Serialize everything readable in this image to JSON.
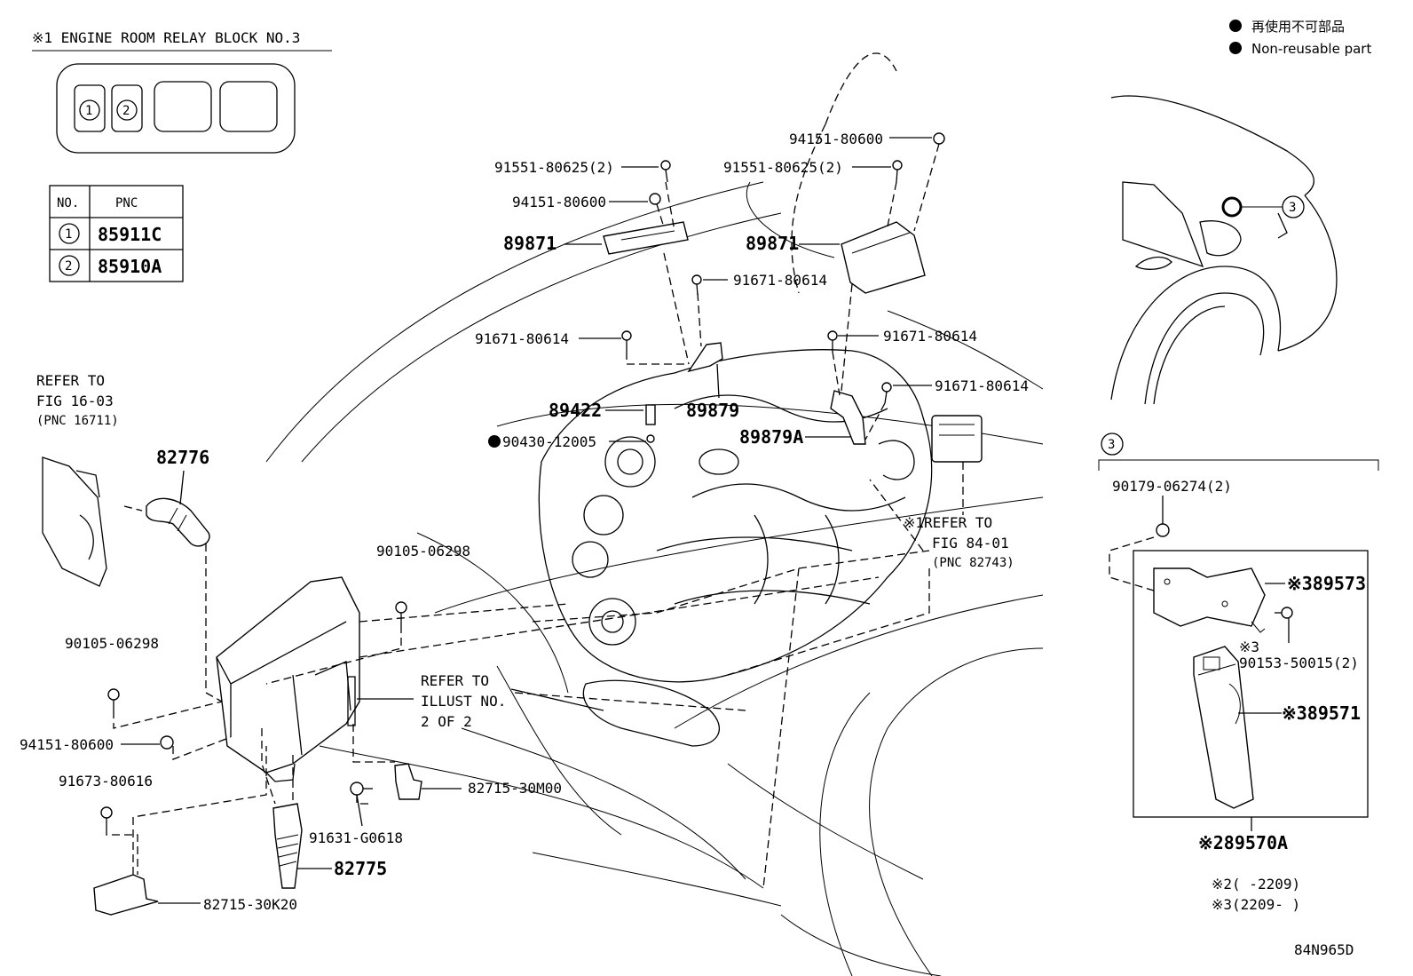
{
  "relay_block": {
    "title": "※1 ENGINE ROOM RELAY BLOCK NO.3",
    "slot_1": "1",
    "slot_2": "2",
    "table_header_no": "NO.",
    "table_header_pnc": "PNC",
    "rows": [
      {
        "no": "1",
        "pnc": "85911C"
      },
      {
        "no": "2",
        "pnc": "85910A"
      }
    ]
  },
  "legend": {
    "line_jp": "再使用不可部品",
    "line_en": "Non-reusable part"
  },
  "refs": {
    "fig_16_03": {
      "l1": "REFER TO",
      "l2": "FIG 16-03",
      "l3": "(PNC 16711)"
    },
    "fig_84_01": {
      "l1": "※1REFER TO",
      "l2": "FIG 84-01",
      "l3": "(PNC 82743)"
    },
    "illust_2": {
      "l1": "REFER TO",
      "l2": "ILLUST NO.",
      "l3": "2 OF 2"
    }
  },
  "parts": {
    "p91551_left": "91551-80625(2)",
    "p94151_mid": "94151-80600",
    "p89871_left": "89871",
    "p94151_top": "94151-80600",
    "p91551_right": "91551-80625(2)",
    "p89871_right": "89871",
    "p91671_a": "91671-80614",
    "p91671_b": "91671-80614",
    "p91671_c": "91671-80614",
    "p91671_d": "91671-80614",
    "p89422": "89422",
    "p89879": "89879",
    "p89879A": "89879A",
    "p90430": "90430-12005",
    "p82776": "82776",
    "p90105_a": "90105-06298",
    "p90105_b": "90105-06298",
    "p94151_left": "94151-80600",
    "p91673": "91673-80616",
    "p82715_30M00": "82715-30M00",
    "p91631": "91631-G0618",
    "p82775": "82775",
    "p82715_30K20": "82715-30K20"
  },
  "inset": {
    "callout": "3",
    "section_marker": "3",
    "p90179": "90179-06274(2)",
    "p89573": "※389573",
    "p90153_note": "※3",
    "p90153": "90153-50015(2)",
    "p89571": "※389571",
    "p89570A": "※289570A",
    "note_2": "※2(     -2209)",
    "note_3": "※3(2209-     )"
  },
  "figure_code": "84N965D"
}
